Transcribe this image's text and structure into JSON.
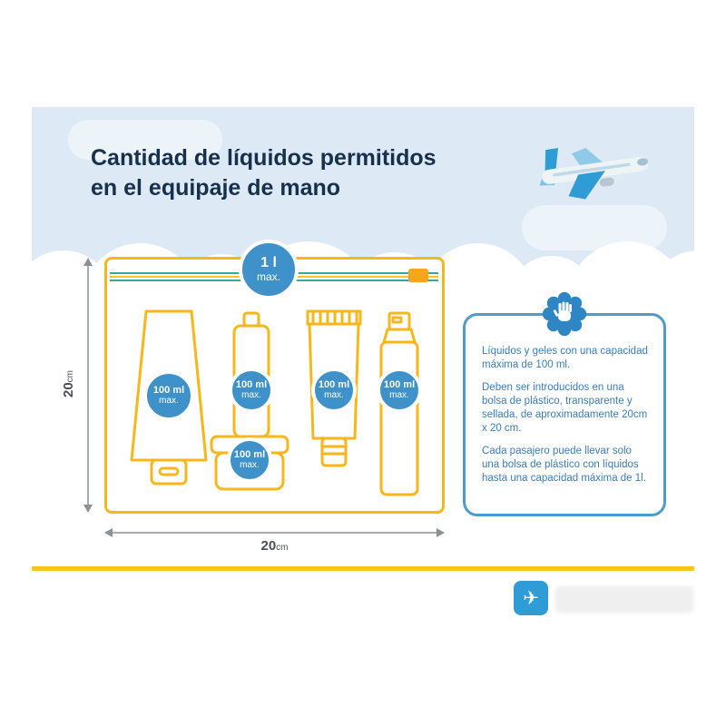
{
  "title": {
    "line1": "Cantidad de líquidos permitidos",
    "line2": "en el equipaje de mano"
  },
  "bag": {
    "capacity_badge": {
      "value": "1 l",
      "sub": "max."
    },
    "height_dim": {
      "value": "20",
      "unit": "cm"
    },
    "width_dim": {
      "value": "20",
      "unit": "cm"
    },
    "items": [
      {
        "name": "squeeze-tube",
        "badge_value": "100 ml",
        "badge_sub": "max."
      },
      {
        "name": "small-bottle",
        "badge_value": "100 ml",
        "badge_sub": "max."
      },
      {
        "name": "cream-jar",
        "badge_value": "100 ml",
        "badge_sub": "max."
      },
      {
        "name": "paste-tube",
        "badge_value": "100 ml",
        "badge_sub": "max."
      },
      {
        "name": "spray-bottle",
        "badge_value": "100 ml",
        "badge_sub": "max."
      }
    ]
  },
  "rules_panel": {
    "paragraphs": [
      "Líquidos y geles con una capacidad máxima de 100 ml.",
      "Deben ser introducidos en una bolsa de plástico, transparente y sellada, de aproximadamente 20cm x 20 cm.",
      "Cada pasajero puede llevar solo una bolsa de plástico con líquidos hasta una capacidad máxima de 1l."
    ]
  },
  "icons": {
    "travel_logo_plane": "✈"
  },
  "colors": {
    "accent_yellow": "#f7b61b",
    "badge_blue": "#3e92c9",
    "title_navy": "#16304d",
    "sky_blue": "#dde9f4",
    "panel_border_blue": "#4e9cc9",
    "info_text_blue": "#3a7cb8",
    "zipper_teal": "#35a89e"
  }
}
